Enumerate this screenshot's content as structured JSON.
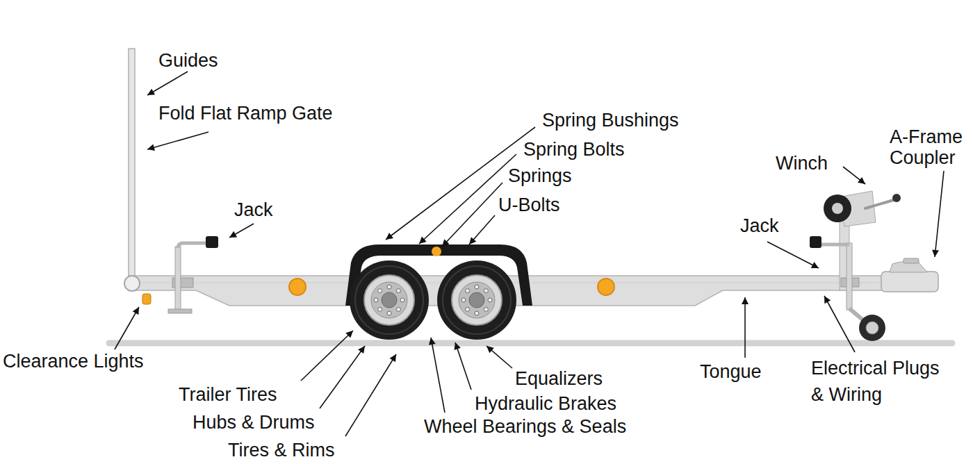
{
  "diagram": {
    "labels": [
      "Guides",
      "Fold Flat Ramp Gate",
      "Spring Bushings",
      "Spring Bolts",
      "Springs",
      "U-Bolts",
      "Winch",
      "A-Frame Coupler",
      "Jack",
      "Jack",
      "Clearance Lights",
      "Trailer Tires",
      "Hubs & Drums",
      "Tires & Rims",
      "Equalizers",
      "Hydraulic Brakes",
      "Wheel Bearings & Seals",
      "Tongue",
      "Electrical Plugs & Wiring"
    ]
  }
}
